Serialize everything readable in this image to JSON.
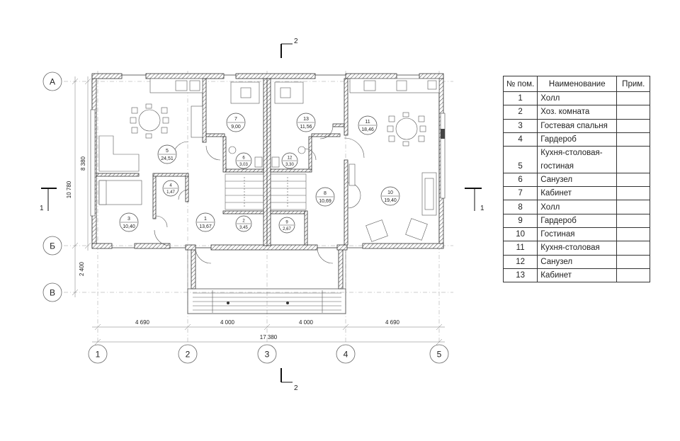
{
  "legend": {
    "headers": [
      "№ пом.",
      "Наименование",
      "Прим."
    ],
    "rows": [
      {
        "num": "1",
        "name": "Холл",
        "note": ""
      },
      {
        "num": "2",
        "name": "Хоз. комната",
        "note": ""
      },
      {
        "num": "3",
        "name": "Гостевая спальня",
        "note": ""
      },
      {
        "num": "4",
        "name": "Гардероб",
        "note": ""
      },
      {
        "num": "",
        "name": "Кухня-столовая-",
        "note": ""
      },
      {
        "num": "5",
        "name": "гостиная",
        "note": ""
      },
      {
        "num": "6",
        "name": "Санузел",
        "note": ""
      },
      {
        "num": "7",
        "name": "Кабинет",
        "note": ""
      },
      {
        "num": "8",
        "name": "Холл",
        "note": ""
      },
      {
        "num": "9",
        "name": "Гардероб",
        "note": ""
      },
      {
        "num": "10",
        "name": "Гостиная",
        "note": ""
      },
      {
        "num": "11",
        "name": "Кухня-столовая",
        "note": ""
      },
      {
        "num": "12",
        "name": "Санузел",
        "note": ""
      },
      {
        "num": "13",
        "name": "Кабинет",
        "note": ""
      }
    ]
  },
  "rooms": [
    {
      "num": "1",
      "area": "13,67"
    },
    {
      "num": "2",
      "area": "3,45"
    },
    {
      "num": "3",
      "area": "10,40"
    },
    {
      "num": "4",
      "area": "1,47"
    },
    {
      "num": "5",
      "area": "24,51"
    },
    {
      "num": "6",
      "area": "3,03"
    },
    {
      "num": "7",
      "area": "9,00"
    },
    {
      "num": "8",
      "area": "10,69"
    },
    {
      "num": "9",
      "area": "2,67"
    },
    {
      "num": "10",
      "area": "19,40"
    },
    {
      "num": "11",
      "area": "18,46"
    },
    {
      "num": "12",
      "area": "3,30"
    },
    {
      "num": "13",
      "area": "11,56"
    }
  ],
  "axes": {
    "rows": [
      "А",
      "Б",
      "В"
    ],
    "cols": [
      "1",
      "2",
      "3",
      "4",
      "5"
    ]
  },
  "dimensions": {
    "bays": [
      "4 690",
      "4 000",
      "4 000",
      "4 690"
    ],
    "total": "17 380",
    "vertical_inner": "8 380",
    "vertical_total": "10 780",
    "vertical_porch": "2 400"
  },
  "sections": {
    "top": "2",
    "bottom": "2",
    "left": "1",
    "right": "1"
  }
}
